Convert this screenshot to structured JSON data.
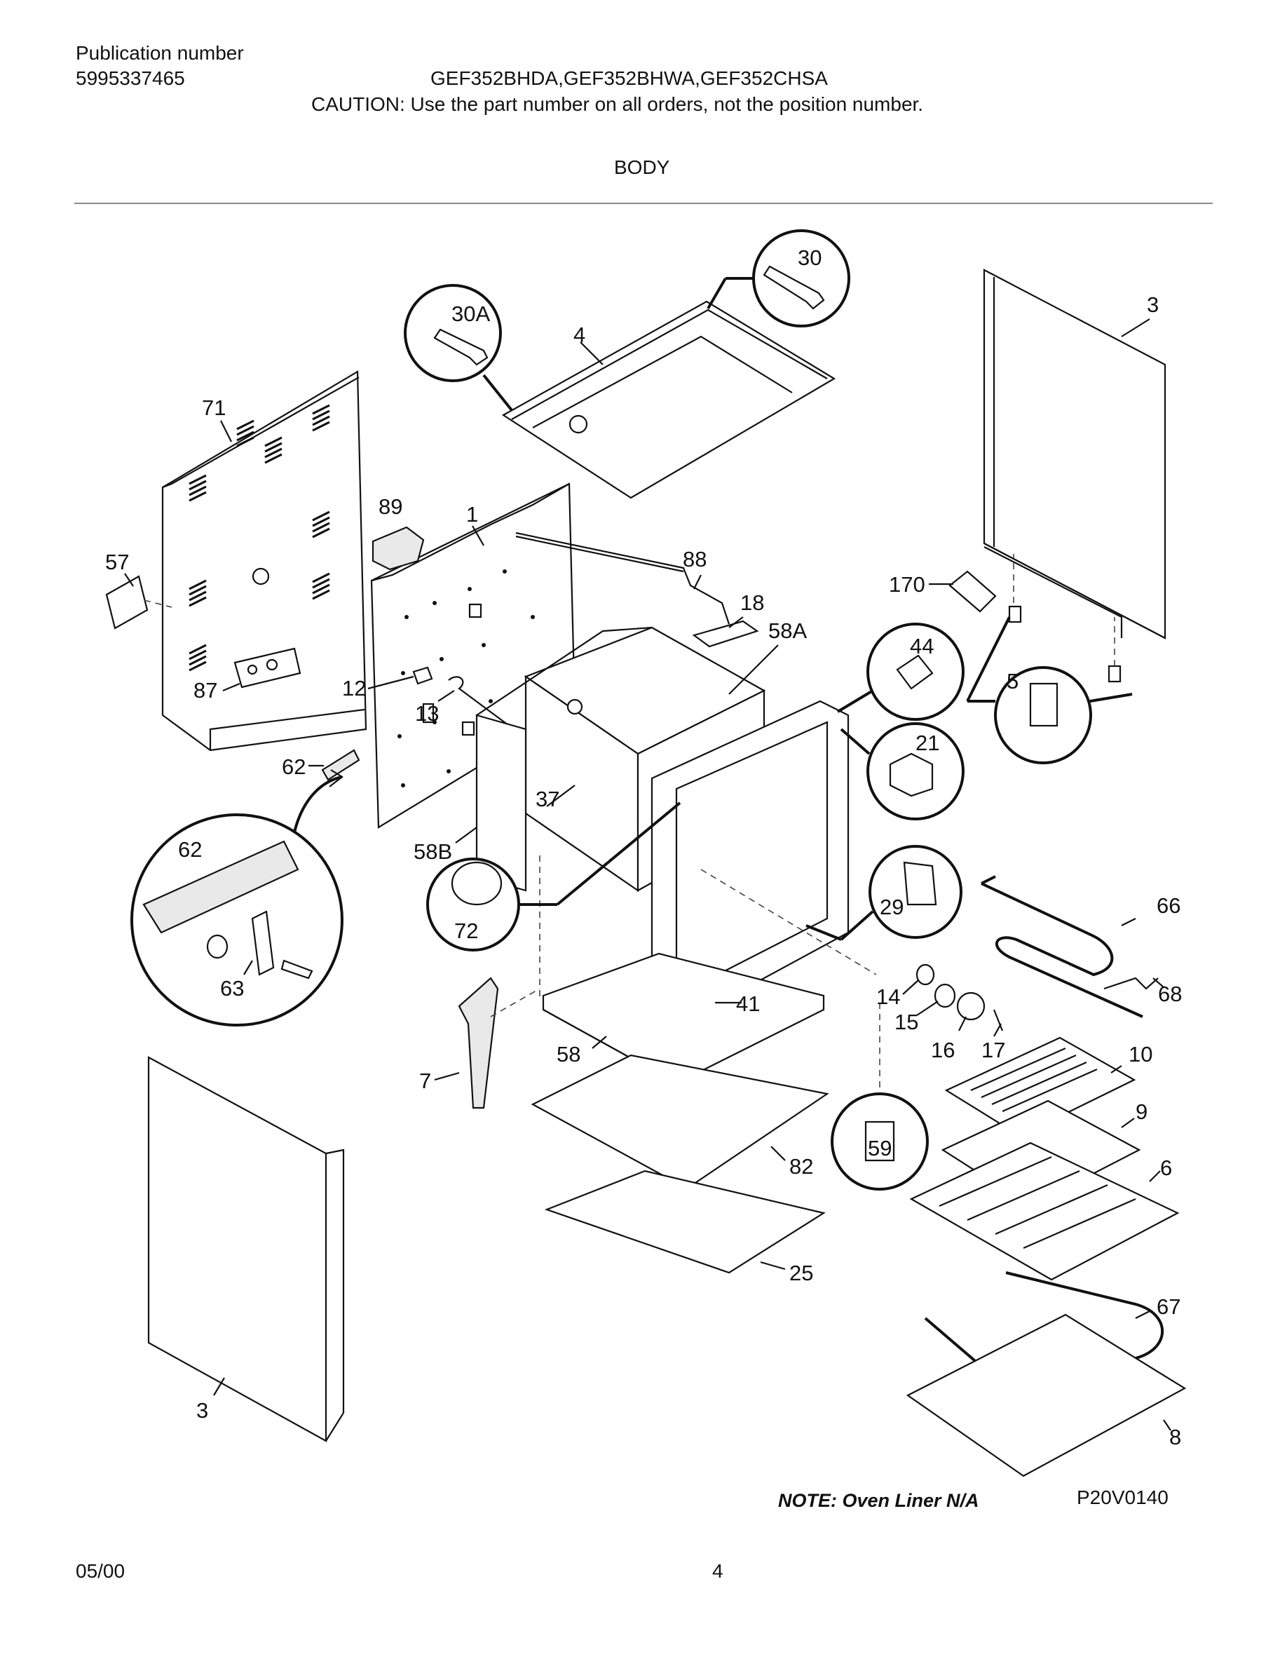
{
  "header": {
    "publication_label": "Publication number",
    "publication_number": "5995337465",
    "models": "GEF352BHDA,GEF352BHWA,GEF352CHSA",
    "caution": "CAUTION:  Use the part number on all orders, not the position number.",
    "section_title": "BODY"
  },
  "diagram": {
    "callouts": {
      "c30": "30",
      "c30a": "30A",
      "c4": "4",
      "c3top": "3",
      "c71": "71",
      "c89": "89",
      "c1": "1",
      "c88": "88",
      "c18": "18",
      "c58a": "58A",
      "c57": "57",
      "c170": "170",
      "c44": "44",
      "c5": "5",
      "c87": "87",
      "c12": "12",
      "c13": "13",
      "c21": "21",
      "c62a": "62",
      "c62b": "62",
      "c37": "37",
      "c58b": "58B",
      "c72": "72",
      "c29": "29",
      "c66": "66",
      "c63": "63",
      "c41": "41",
      "c14": "14",
      "c15": "15",
      "c68": "68",
      "c58": "58",
      "c16": "16",
      "c17": "17",
      "c10": "10",
      "c7": "7",
      "c9": "9",
      "c59": "59",
      "c82": "82",
      "c6": "6",
      "c25": "25",
      "c67": "67",
      "c3bot": "3",
      "c8": "8"
    },
    "note": "NOTE:  Oven Liner N/A",
    "figure_code": "P20V0140"
  },
  "footer": {
    "date": "05/00",
    "page_number": "4"
  }
}
